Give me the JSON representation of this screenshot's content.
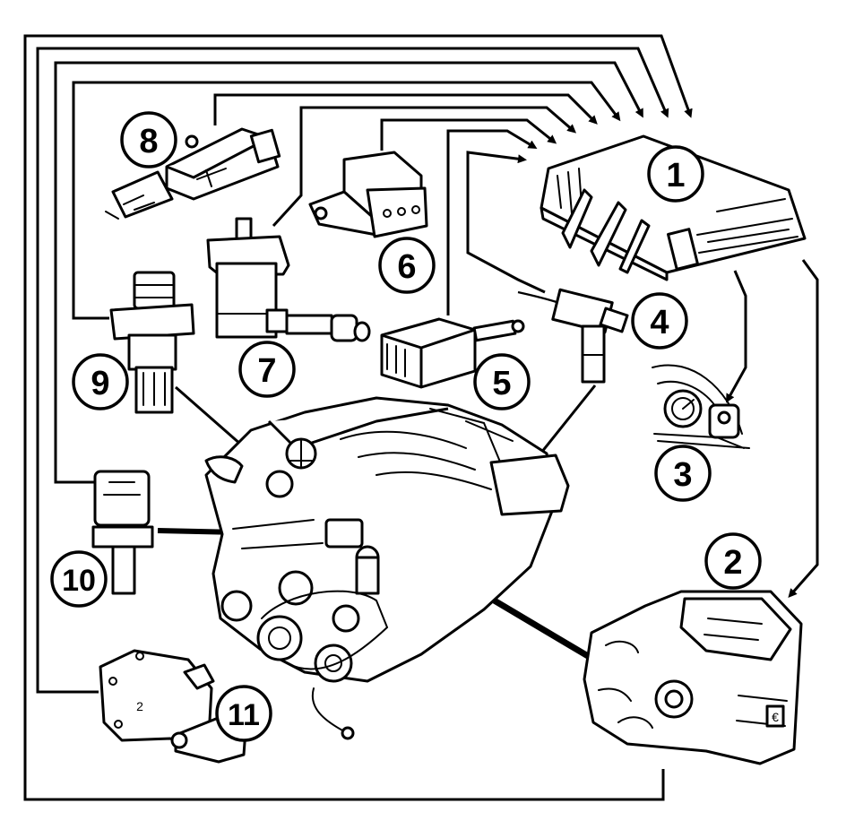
{
  "callouts": [
    "1",
    "2",
    "3",
    "4",
    "5",
    "6",
    "7",
    "8",
    "9",
    "10",
    "11"
  ],
  "part_markings": {
    "actuator_plate_number": "2",
    "pump_logo": "€"
  }
}
